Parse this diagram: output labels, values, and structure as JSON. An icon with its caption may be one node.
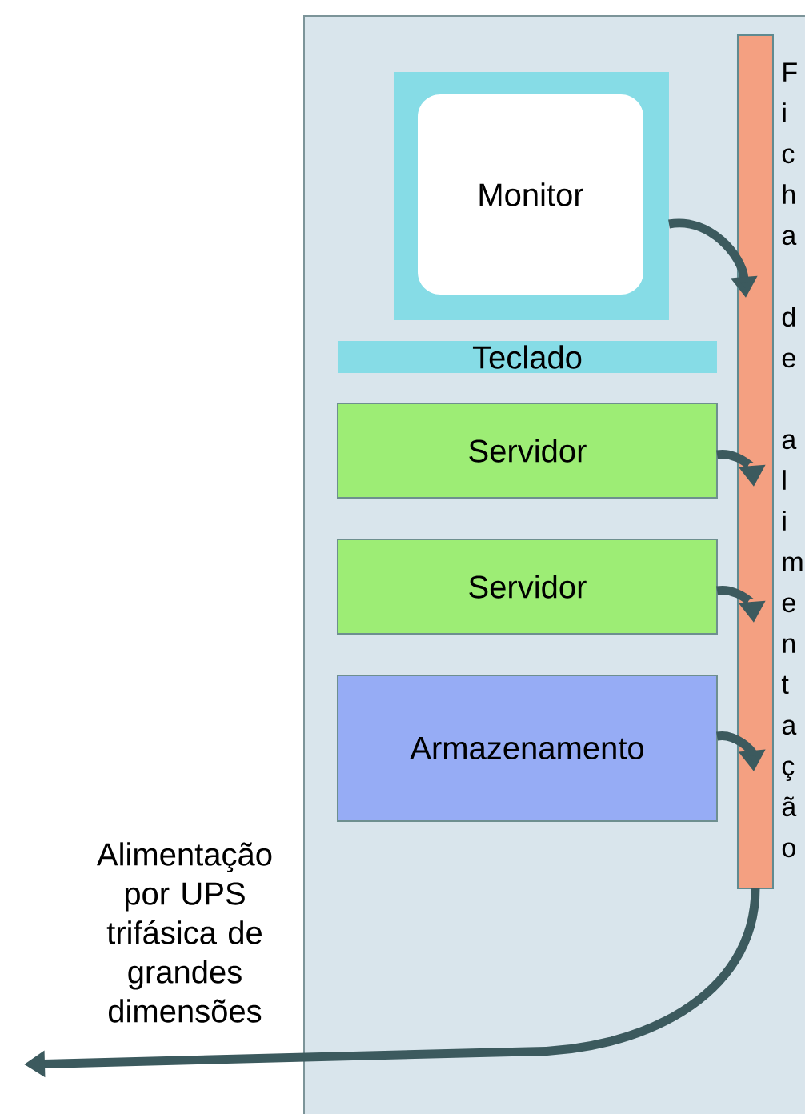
{
  "diagram": {
    "nodes": [
      {
        "text": [],
        "shape": "box"
      },
      {
        "text": [],
        "shape": "box",
        "in": 0
      },
      {
        "text": [
          "Monitor"
        ],
        "in": 1
      },
      {
        "text": [
          "Teclado"
        ],
        "in": 0
      },
      {
        "text": [
          "Servidor"
        ],
        "in": 0
      },
      {
        "text": [
          "Servidor"
        ],
        "in": 0
      },
      {
        "text": [
          "Armazenamento"
        ],
        "in": 0
      },
      {
        "text": [],
        "shape": "box",
        "in": 0,
        "beside": [
          "Ficha de alimentação"
        ]
      },
      {
        "text": [
          "Alimentação por UPS trifásica de grandes dimensões"
        ]
      }
    ],
    "edges": [
      {
        "from": 1,
        "to": 7,
        "arrow": "to"
      },
      {
        "from": 4,
        "to": 7,
        "arrow": "to"
      },
      {
        "from": 5,
        "to": 7,
        "arrow": "to"
      },
      {
        "from": 6,
        "to": 7,
        "arrow": "to"
      },
      {
        "from": 7,
        "to": 8,
        "arrow": "to"
      }
    ]
  }
}
